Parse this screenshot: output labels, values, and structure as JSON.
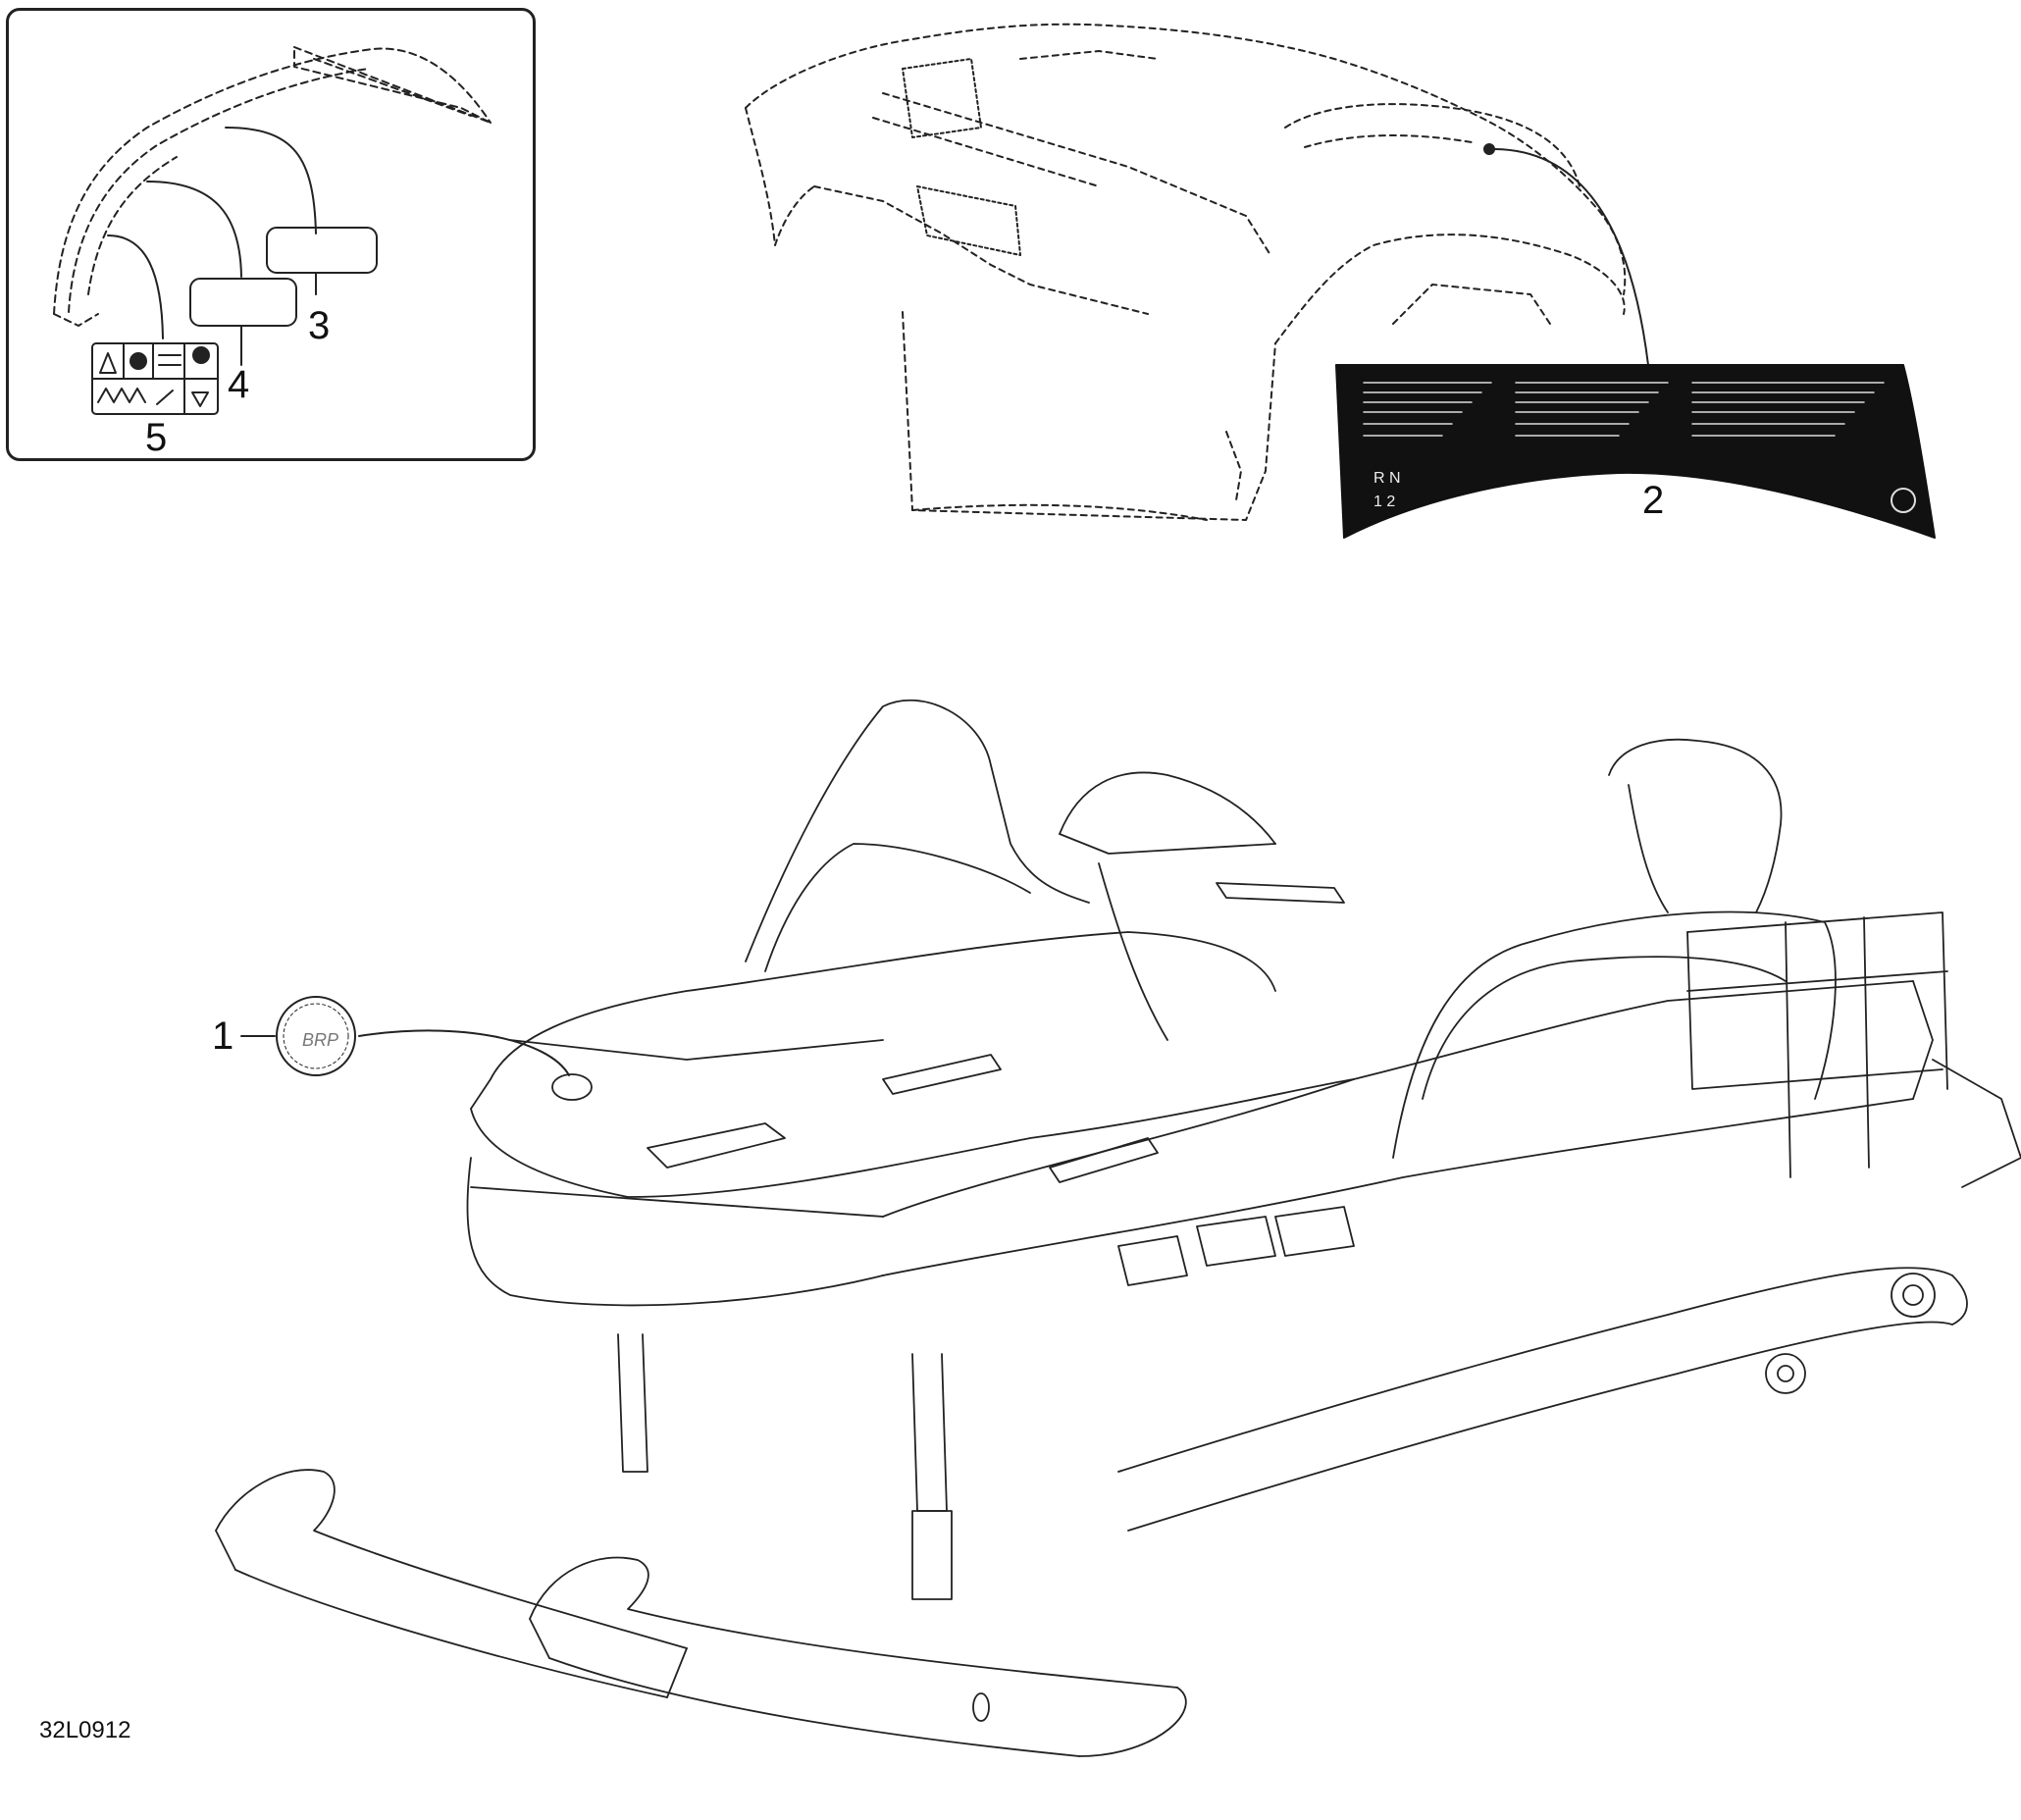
{
  "callouts": {
    "c1": "1",
    "c2": "2",
    "c3": "3",
    "c4": "4",
    "c5": "5"
  },
  "figure_code": "32L0912",
  "decal_gear_labels": {
    "top": "R N",
    "bottom": "1 2"
  },
  "badge_text": "BRP"
}
